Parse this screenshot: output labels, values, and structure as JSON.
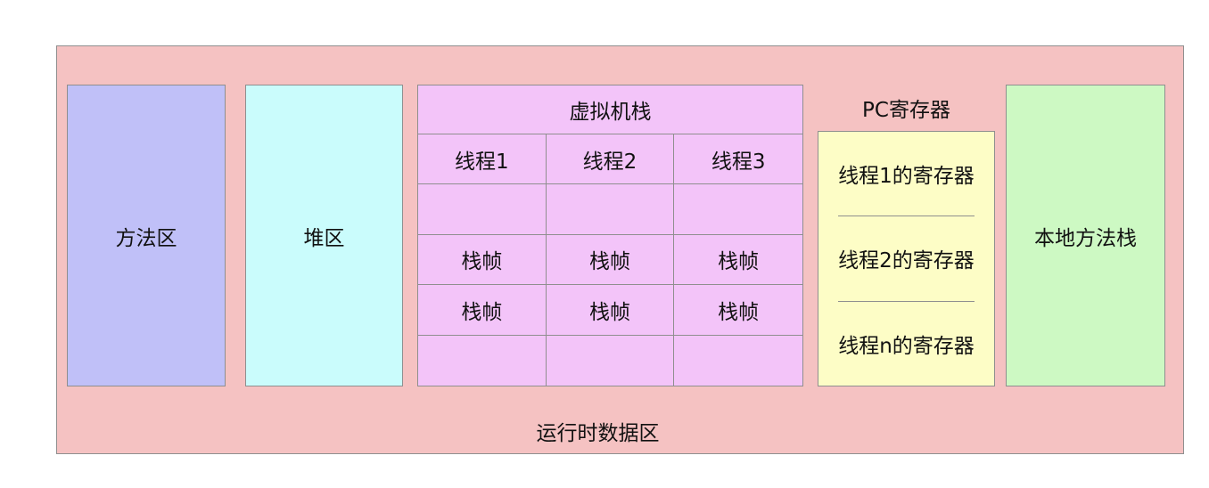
{
  "runtime_data_area": {
    "label": "运行时数据区"
  },
  "method_area": {
    "label": "方法区"
  },
  "heap": {
    "label": "堆区"
  },
  "vm_stack": {
    "title": "虚拟机栈",
    "rows": [
      [
        "线程1",
        "线程2",
        "线程3"
      ],
      [
        "",
        "",
        ""
      ],
      [
        "栈帧",
        "栈帧",
        "栈帧"
      ],
      [
        "栈帧",
        "栈帧",
        "栈帧"
      ],
      [
        "",
        "",
        ""
      ]
    ]
  },
  "pc_register": {
    "title": "PC寄存器",
    "items": [
      "线程1的寄存器",
      "线程2的寄存器",
      "线程n的寄存器"
    ]
  },
  "native_method_stack": {
    "label": "本地方法栈"
  },
  "colors": {
    "outer": "#f5c2c2",
    "method_area": "#c0c0f8",
    "heap": "#cafcfc",
    "vm_stack": "#f3c4f9",
    "pc_register": "#fdfdc6",
    "native_method_stack": "#cdf9c3",
    "border": "#8f8f8f"
  }
}
